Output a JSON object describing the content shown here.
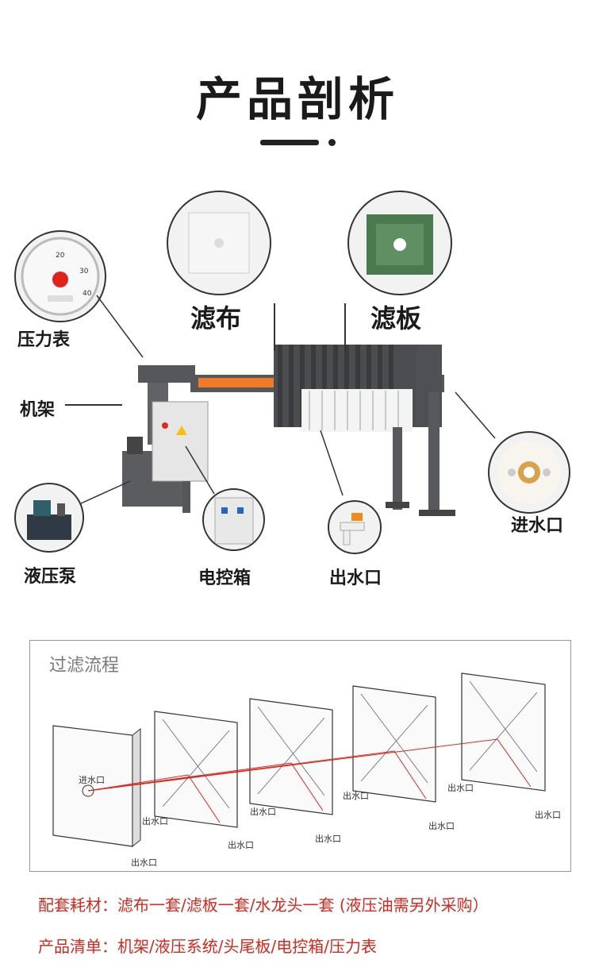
{
  "page": {
    "title": "产品剖析"
  },
  "callouts": {
    "pressure_gauge": "压力表",
    "frame": "机架",
    "hydraulic_pump": "液压泵",
    "control_box": "电控箱",
    "water_outlet": "出水口",
    "water_inlet": "进水口",
    "filter_cloth": "滤布",
    "filter_plate": "滤板"
  },
  "gauge": {
    "ticks": [
      "20",
      "30",
      "40"
    ]
  },
  "flow": {
    "title": "过滤流程",
    "labels": {
      "inlet": "进水口",
      "outlet": "出水口"
    }
  },
  "notes": {
    "consumables_key": "配套耗材：",
    "consumables_value": "滤布一套/滤板一套/水龙头一套 (液压油需另外采购）",
    "product_list_key": "产品清单：",
    "product_list_value": "机架/液压系统/头尾板/电控箱/压力表"
  },
  "colors": {
    "accent_red": "#d9261c",
    "machine_gray": "#595b5e",
    "machine_orange": "#f07a28",
    "plate_green": "#4a7a4e"
  }
}
